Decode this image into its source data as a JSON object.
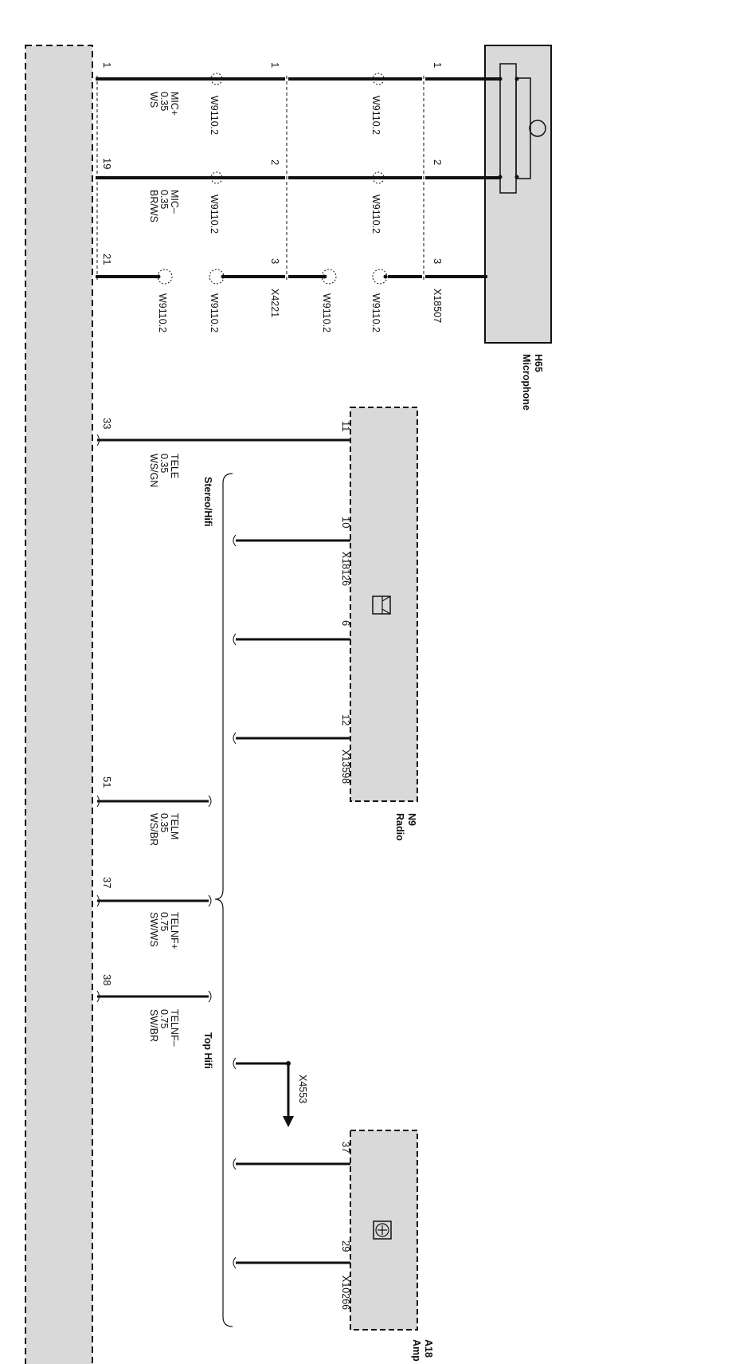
{
  "colors": {
    "component_fill": "#d9d9d9",
    "wire": "#111111",
    "background": "#ffffff"
  },
  "microphone": {
    "code": "H65",
    "name": "Microphone",
    "icon": "microphone-icon",
    "connector": "X18507",
    "pins": [
      "1",
      "2",
      "3"
    ]
  },
  "splice": {
    "connector": "X4221",
    "pins": [
      "1",
      "2",
      "3"
    ]
  },
  "shield": "W9110.2",
  "module": {
    "pins": [
      "1",
      "19",
      "21",
      "33",
      "51",
      "37",
      "38"
    ]
  },
  "wires": [
    {
      "pin": "1",
      "signal": "MIC+",
      "size": "0.35",
      "color": "WS"
    },
    {
      "pin": "19",
      "signal": "MIC–",
      "size": "0.35",
      "color": "BR/WS"
    },
    {
      "pin": "33",
      "signal": "TELE",
      "size": "0.35",
      "color": "WS/GN"
    },
    {
      "pin": "51",
      "signal": "TELM",
      "size": "0.35",
      "color": "WS/BR"
    },
    {
      "pin": "37",
      "signal": "TELNF+",
      "size": "0.75",
      "color": "SW/WS"
    },
    {
      "pin": "38",
      "signal": "TELNF–",
      "size": "0.75",
      "color": "SW/BR"
    }
  ],
  "radio": {
    "code": "N9",
    "name": "Radio",
    "icon": "radio-icon",
    "pins": [
      "11",
      "10",
      "6",
      "12"
    ],
    "connectors": [
      "X18126",
      "X13598"
    ]
  },
  "amplifier": {
    "code": "A18",
    "name": "Amp",
    "icon": "amplifier-icon",
    "pins": [
      "37",
      "29"
    ],
    "connector": "X10266"
  },
  "variants": {
    "stereo": "Stereo/Hifi",
    "top": "Top Hifi"
  },
  "ground_point": "X4553"
}
